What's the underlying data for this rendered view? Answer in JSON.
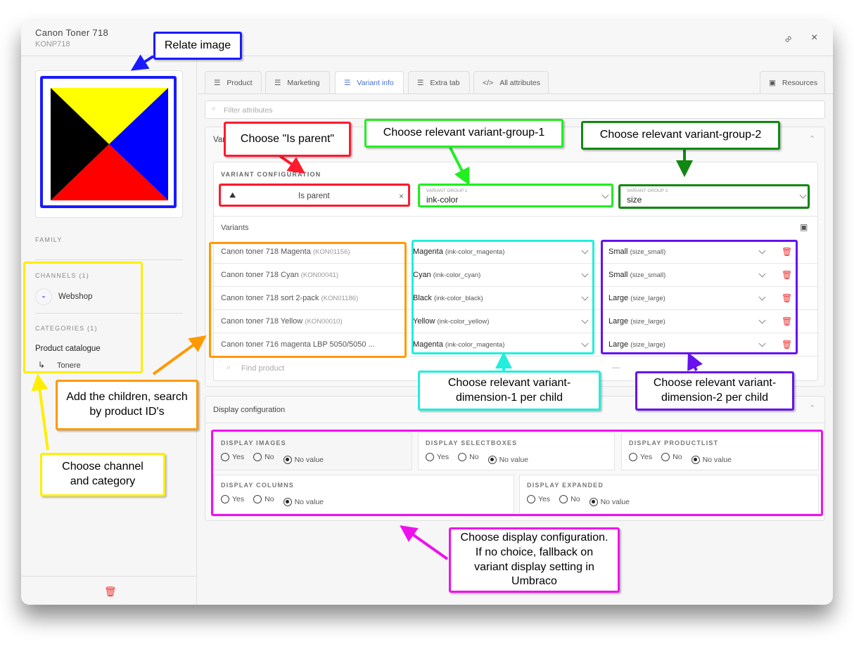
{
  "header": {
    "title": "Canon Toner 718",
    "sku": "KONP718"
  },
  "left": {
    "family_label": "FAMILY",
    "channels_label": "CHANNELS (1)",
    "channel": "Webshop",
    "categories_label": "CATEGORIES (1)",
    "category": "Product catalogue",
    "subcategory": "Tonere"
  },
  "tabs": [
    {
      "label": "Product"
    },
    {
      "label": "Marketing"
    },
    {
      "label": "Variant info"
    },
    {
      "label": "Extra tab"
    },
    {
      "label": "All attributes"
    }
  ],
  "resources_label": "Resources",
  "filter_placeholder": "Filter attributes",
  "variant_section": {
    "title": "Vari",
    "config_label": "VARIANT CONFIGURATION",
    "parent_value": "Is parent",
    "group1_label": "VARIANT GROUP 1",
    "group1_value": "ink-color",
    "group2_label": "VARIANT GROUP 2",
    "group2_value": "size",
    "variants_label": "Variants",
    "find_placeholder": "Find product",
    "find_dash": "—",
    "rows": [
      {
        "name": "Canon toner 718 Magenta",
        "id": "(KON01156)",
        "d1": "Magenta",
        "d1code": "(ink-color_magenta)",
        "d2": "Small",
        "d2code": "(size_small)"
      },
      {
        "name": "Canon toner 718 Cyan",
        "id": "(KON00041)",
        "d1": "Cyan",
        "d1code": "(ink-color_cyan)",
        "d2": "Small",
        "d2code": "(size_small)"
      },
      {
        "name": "Canon toner 718 sort 2-pack",
        "id": "(KON01186)",
        "d1": "Black",
        "d1code": "(ink-color_black)",
        "d2": "Large",
        "d2code": "(size_large)"
      },
      {
        "name": "Canon toner 718 Yellow",
        "id": "(KON00010)",
        "d1": "Yellow",
        "d1code": "(ink-color_yellow)",
        "d2": "Large",
        "d2code": "(size_large)"
      },
      {
        "name": "Canon toner 716 magenta LBP 5050/5050 ...",
        "id": "",
        "d1": "Magenta",
        "d1code": "(ink-color_magenta)",
        "d2": "Large",
        "d2code": "(size_large)"
      }
    ]
  },
  "display": {
    "title": "Display configuration",
    "options": {
      "yes": "Yes",
      "no": "No",
      "none": "No value"
    },
    "fields": [
      {
        "label": "DISPLAY IMAGES",
        "selected": "none"
      },
      {
        "label": "DISPLAY SELECTBOXES",
        "selected": "none"
      },
      {
        "label": "DISPLAY PRODUCTLIST",
        "selected": "none"
      },
      {
        "label": "DISPLAY COLUMNS",
        "selected": "none"
      },
      {
        "label": "DISPLAY EXPANDED",
        "selected": "none"
      }
    ]
  },
  "annotations": {
    "relate_image": "Relate image",
    "is_parent": "Choose \"Is parent\"",
    "group1": "Choose relevant variant-group-1",
    "group2": "Choose relevant variant-group-2",
    "children": "Add the children, search by product ID's",
    "dim1": "Choose relevant variant-dimension-1 per child",
    "dim2": "Choose relevant variant-dimension-2 per child",
    "channel": "Choose channel and category",
    "display": "Choose display configuration. If no choice, fallback on variant display setting in Umbraco"
  },
  "colors": {
    "accent": "#4a6fd8",
    "blue": "#1a1aff",
    "red": "#ff1a2e",
    "green": "#22ee22",
    "darkgreen": "#118811",
    "orange": "#ff9900",
    "cyan": "#22eedd",
    "purple": "#6611ee",
    "yellow": "#ffee00",
    "magenta": "#ee11ee"
  }
}
